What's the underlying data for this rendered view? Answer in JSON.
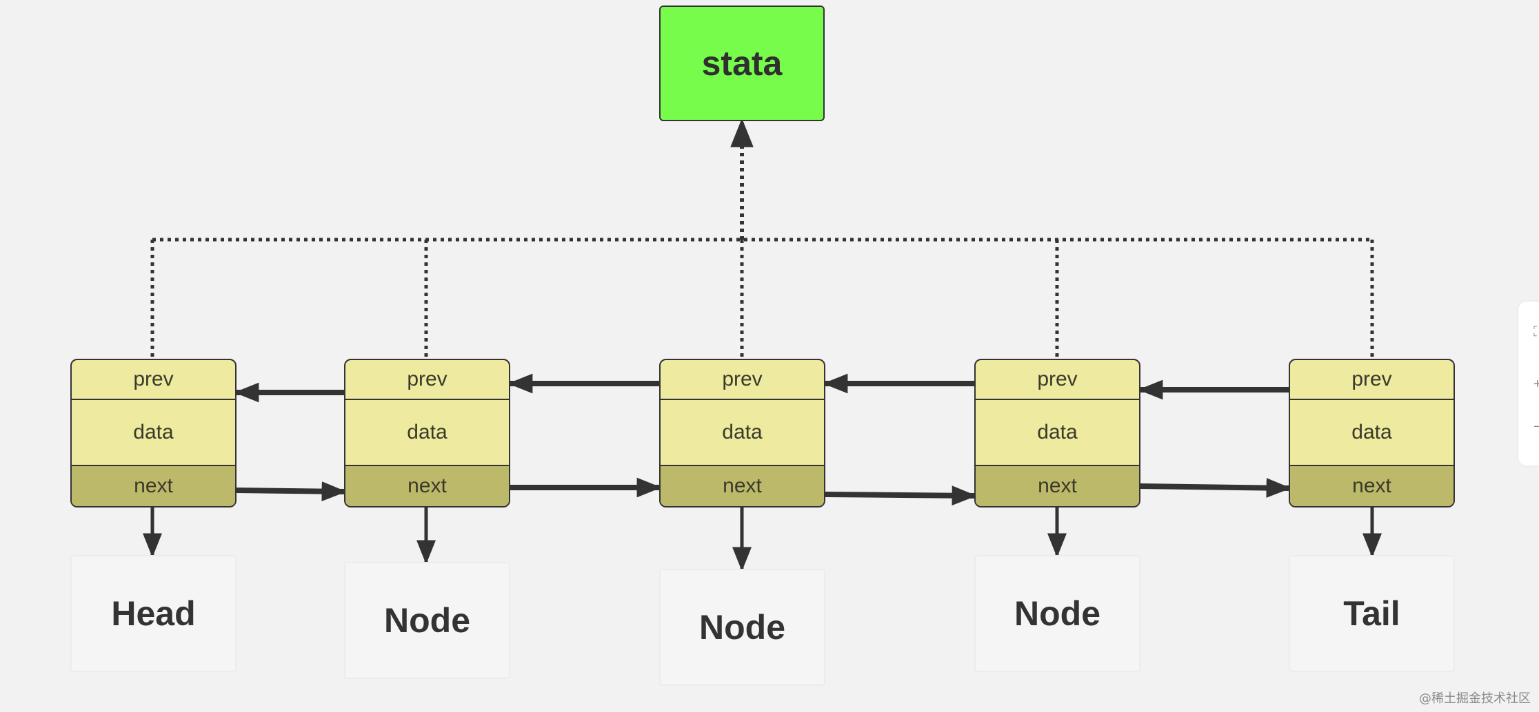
{
  "state": {
    "label": "stata"
  },
  "nodes": [
    {
      "prev": "prev",
      "data": "data",
      "next": "next",
      "label": "Head"
    },
    {
      "prev": "prev",
      "data": "data",
      "next": "next",
      "label": "Node"
    },
    {
      "prev": "prev",
      "data": "data",
      "next": "next",
      "label": "Node"
    },
    {
      "prev": "prev",
      "data": "data",
      "next": "next",
      "label": "Node"
    },
    {
      "prev": "prev",
      "data": "data",
      "next": "next",
      "label": "Tail"
    }
  ],
  "watermark": "@稀土掘金技术社区",
  "colors": {
    "background": "#f2f2f2",
    "state_fill": "#77fc4b",
    "node_fill": "#eeeaa0",
    "next_fill": "#bcb96a",
    "stroke": "#333333"
  }
}
